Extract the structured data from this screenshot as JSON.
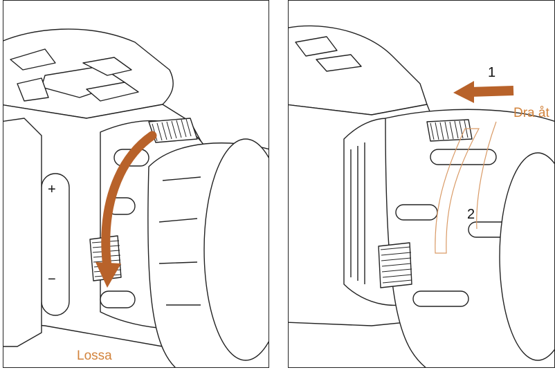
{
  "left_panel": {
    "caption": "Lossa",
    "rocker_plus": "+",
    "rocker_minus": "−"
  },
  "right_panel": {
    "step1_number": "1",
    "step2_number": "2",
    "caption": "Dra åt"
  },
  "colors": {
    "arrow": "#b8622a",
    "caption": "#d2833c",
    "outline": "#222222",
    "body_fill": "#ffffff",
    "ring_guide": "#d99a66"
  }
}
